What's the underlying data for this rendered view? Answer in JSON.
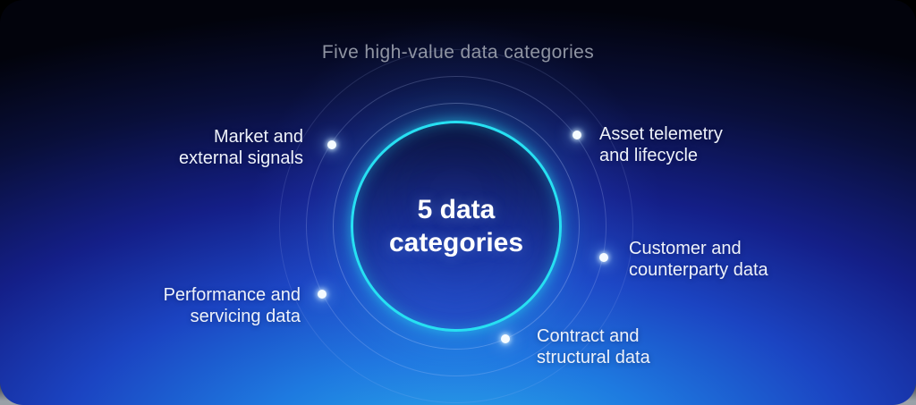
{
  "title": "Five high-value data categories",
  "center": {
    "line1": "5 data",
    "line2": "categories"
  },
  "categories": [
    {
      "id": "market",
      "line1": "Market and",
      "line2": "external signals"
    },
    {
      "id": "asset",
      "line1": "Asset telemetry",
      "line2": "and lifecycle"
    },
    {
      "id": "customer",
      "line1": "Customer and",
      "line2": "counterparty data"
    },
    {
      "id": "contract",
      "line1": "Contract and",
      "line2": "structural data"
    },
    {
      "id": "performance",
      "line1": "Performance and",
      "line2": "servicing data"
    }
  ],
  "colors": {
    "accent_cyan": "#27e0f2",
    "title_text": "#8f94a2",
    "label_text": "#eef2fa",
    "dot": "#f4fbff",
    "background_top": "#02030c",
    "background_bottom_glow": "#2ab0ea"
  }
}
